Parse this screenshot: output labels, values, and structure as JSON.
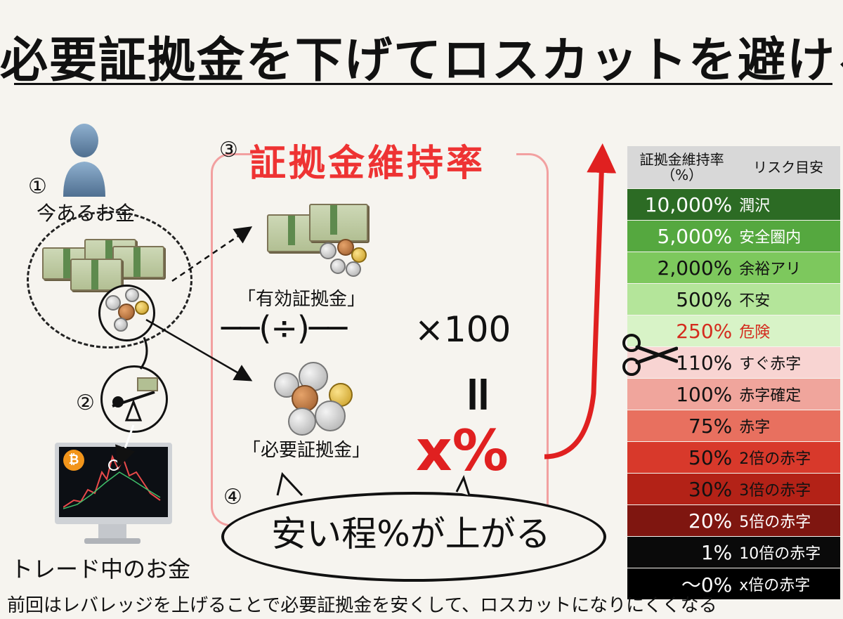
{
  "title": "必要証拠金を下げてロスカットを避ける",
  "left": {
    "num1": "①",
    "money_label": "今あるお金",
    "num2": "②",
    "trade_label": "トレード中のお金",
    "btc_symbol": "₿"
  },
  "center": {
    "num3": "③",
    "rate_title": "証拠金維持率",
    "yuko_label": "「有効証拠金」",
    "fraction_line": "──(÷)──",
    "times100": "×100",
    "equals": "=",
    "hitsuyo_label": "「必要証拠金」",
    "result": "x%",
    "num4": "④",
    "bubble_text": "安い程%が上がる"
  },
  "table": {
    "header_rate": "証拠金維持率（%）",
    "header_risk": "リスク目安",
    "rows": [
      {
        "pct": "10,000%",
        "risk": "潤沢",
        "bg": "#2c6b24",
        "fg": "#ffffff",
        "riskfg": "#ffffff"
      },
      {
        "pct": "5,000%",
        "risk": "安全圏内",
        "bg": "#55a83f",
        "fg": "#ffffff",
        "riskfg": "#ffffff"
      },
      {
        "pct": "2,000%",
        "risk": "余裕アリ",
        "bg": "#7dc85d",
        "fg": "#111111",
        "riskfg": "#111111"
      },
      {
        "pct": "500%",
        "risk": "不安",
        "bg": "#b4e59a",
        "fg": "#111111",
        "riskfg": "#111111"
      },
      {
        "pct": "250%",
        "risk": "危険",
        "bg": "#d8f3c7",
        "fg": "#d42b1e",
        "riskfg": "#d42b1e"
      },
      {
        "pct": "110%",
        "risk": "すぐ赤字",
        "bg": "#f8d4d2",
        "fg": "#111111",
        "riskfg": "#111111"
      },
      {
        "pct": "100%",
        "risk": "赤字確定",
        "bg": "#f0a59c",
        "fg": "#111111",
        "riskfg": "#111111"
      },
      {
        "pct": "75%",
        "risk": "赤字",
        "bg": "#e8705f",
        "fg": "#111111",
        "riskfg": "#111111"
      },
      {
        "pct": "50%",
        "risk": "2倍の赤字",
        "bg": "#d8392b",
        "fg": "#111111",
        "riskfg": "#111111"
      },
      {
        "pct": "30%",
        "risk": "3倍の赤字",
        "bg": "#b32217",
        "fg": "#111111",
        "riskfg": "#111111"
      },
      {
        "pct": "20%",
        "risk": "5倍の赤字",
        "bg": "#7f1610",
        "fg": "#ffffff",
        "riskfg": "#ffffff"
      },
      {
        "pct": "1%",
        "risk": "10倍の赤字",
        "bg": "#0a0a0a",
        "fg": "#ffffff",
        "riskfg": "#ffffff"
      },
      {
        "pct": "〜0%",
        "risk": "x倍の赤字",
        "bg": "#000000",
        "fg": "#ffffff",
        "riskfg": "#ffffff"
      }
    ]
  },
  "footer": "前回はレバレッジを上げることで必要証拠金を安くして、ロスカットになりにくくなる",
  "colors": {
    "accent_red": "#e33333",
    "bracket_pink": "#f2a0a0"
  }
}
